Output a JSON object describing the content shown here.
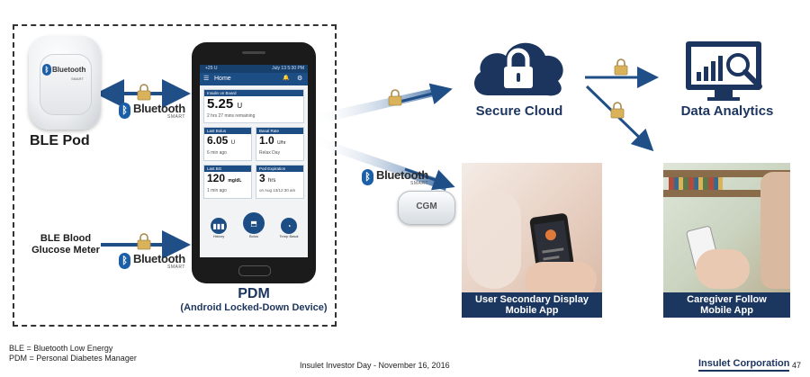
{
  "ble_pod": {
    "label": "BLE Pod",
    "bt_word": "Bluetooth",
    "bt_smart": "SMART"
  },
  "bluetooth_logo": {
    "word": "Bluetooth",
    "smart": "SMART",
    "rune": "ᛒ"
  },
  "bg_meter": {
    "line1": "BLE Blood",
    "line2": "Glucose Meter"
  },
  "pdm": {
    "label": "PDM",
    "sublabel": "(Android Locked-Down Device)",
    "status_left": "+25 U",
    "status_right": "July 13  5:30 PM",
    "menu_glyph": "☰",
    "home_title": "Home",
    "bell_glyph": "🔔",
    "settings_glyph": "⚙",
    "iob": {
      "header": "Insulin on Board",
      "value": "5.25",
      "unit": "U",
      "sub": "2 hrs 27 mins remaining"
    },
    "last_bolus": {
      "header": "Last Bolus",
      "value": "6.05",
      "unit": "U",
      "sub": "6 min ago"
    },
    "basal_rate": {
      "header": "Basal Rate",
      "value": "1.0",
      "unit": "U/hr",
      "sub": "Relax Day"
    },
    "last_bg": {
      "header": "Last BG",
      "value": "120",
      "unit": "mg/dL",
      "sub": "1 min ago"
    },
    "pod_expiration": {
      "header": "Pod Expiration",
      "value": "3",
      "unit": "hrs",
      "sub": "on Aug 13/12:30 am"
    },
    "buttons": [
      {
        "label": "History",
        "glyph": "▮▮▮"
      },
      {
        "label": "Bolus",
        "glyph": "⬒"
      },
      {
        "label": "Temp Basal",
        "glyph": "◔"
      }
    ]
  },
  "cgm": {
    "label": "CGM"
  },
  "secure_cloud": {
    "label": "Secure Cloud"
  },
  "data_analytics": {
    "label": "Data Analytics"
  },
  "user_app": {
    "line1": "User Secondary Display",
    "line2": "Mobile App"
  },
  "caregiver_app": {
    "line1": "Caregiver Follow",
    "line2": "Mobile App"
  },
  "footer": {
    "legend1": "BLE  = Bluetooth Low Energy",
    "legend2": "PDM = Personal Diabetes Manager",
    "event": "Insulet Investor Day - November 16, 2016",
    "company": "Insulet Corporation",
    "page": "47"
  },
  "colors": {
    "navy": "#1c355e",
    "arrow": "#1f4f86",
    "lock": "#d9b25a"
  }
}
